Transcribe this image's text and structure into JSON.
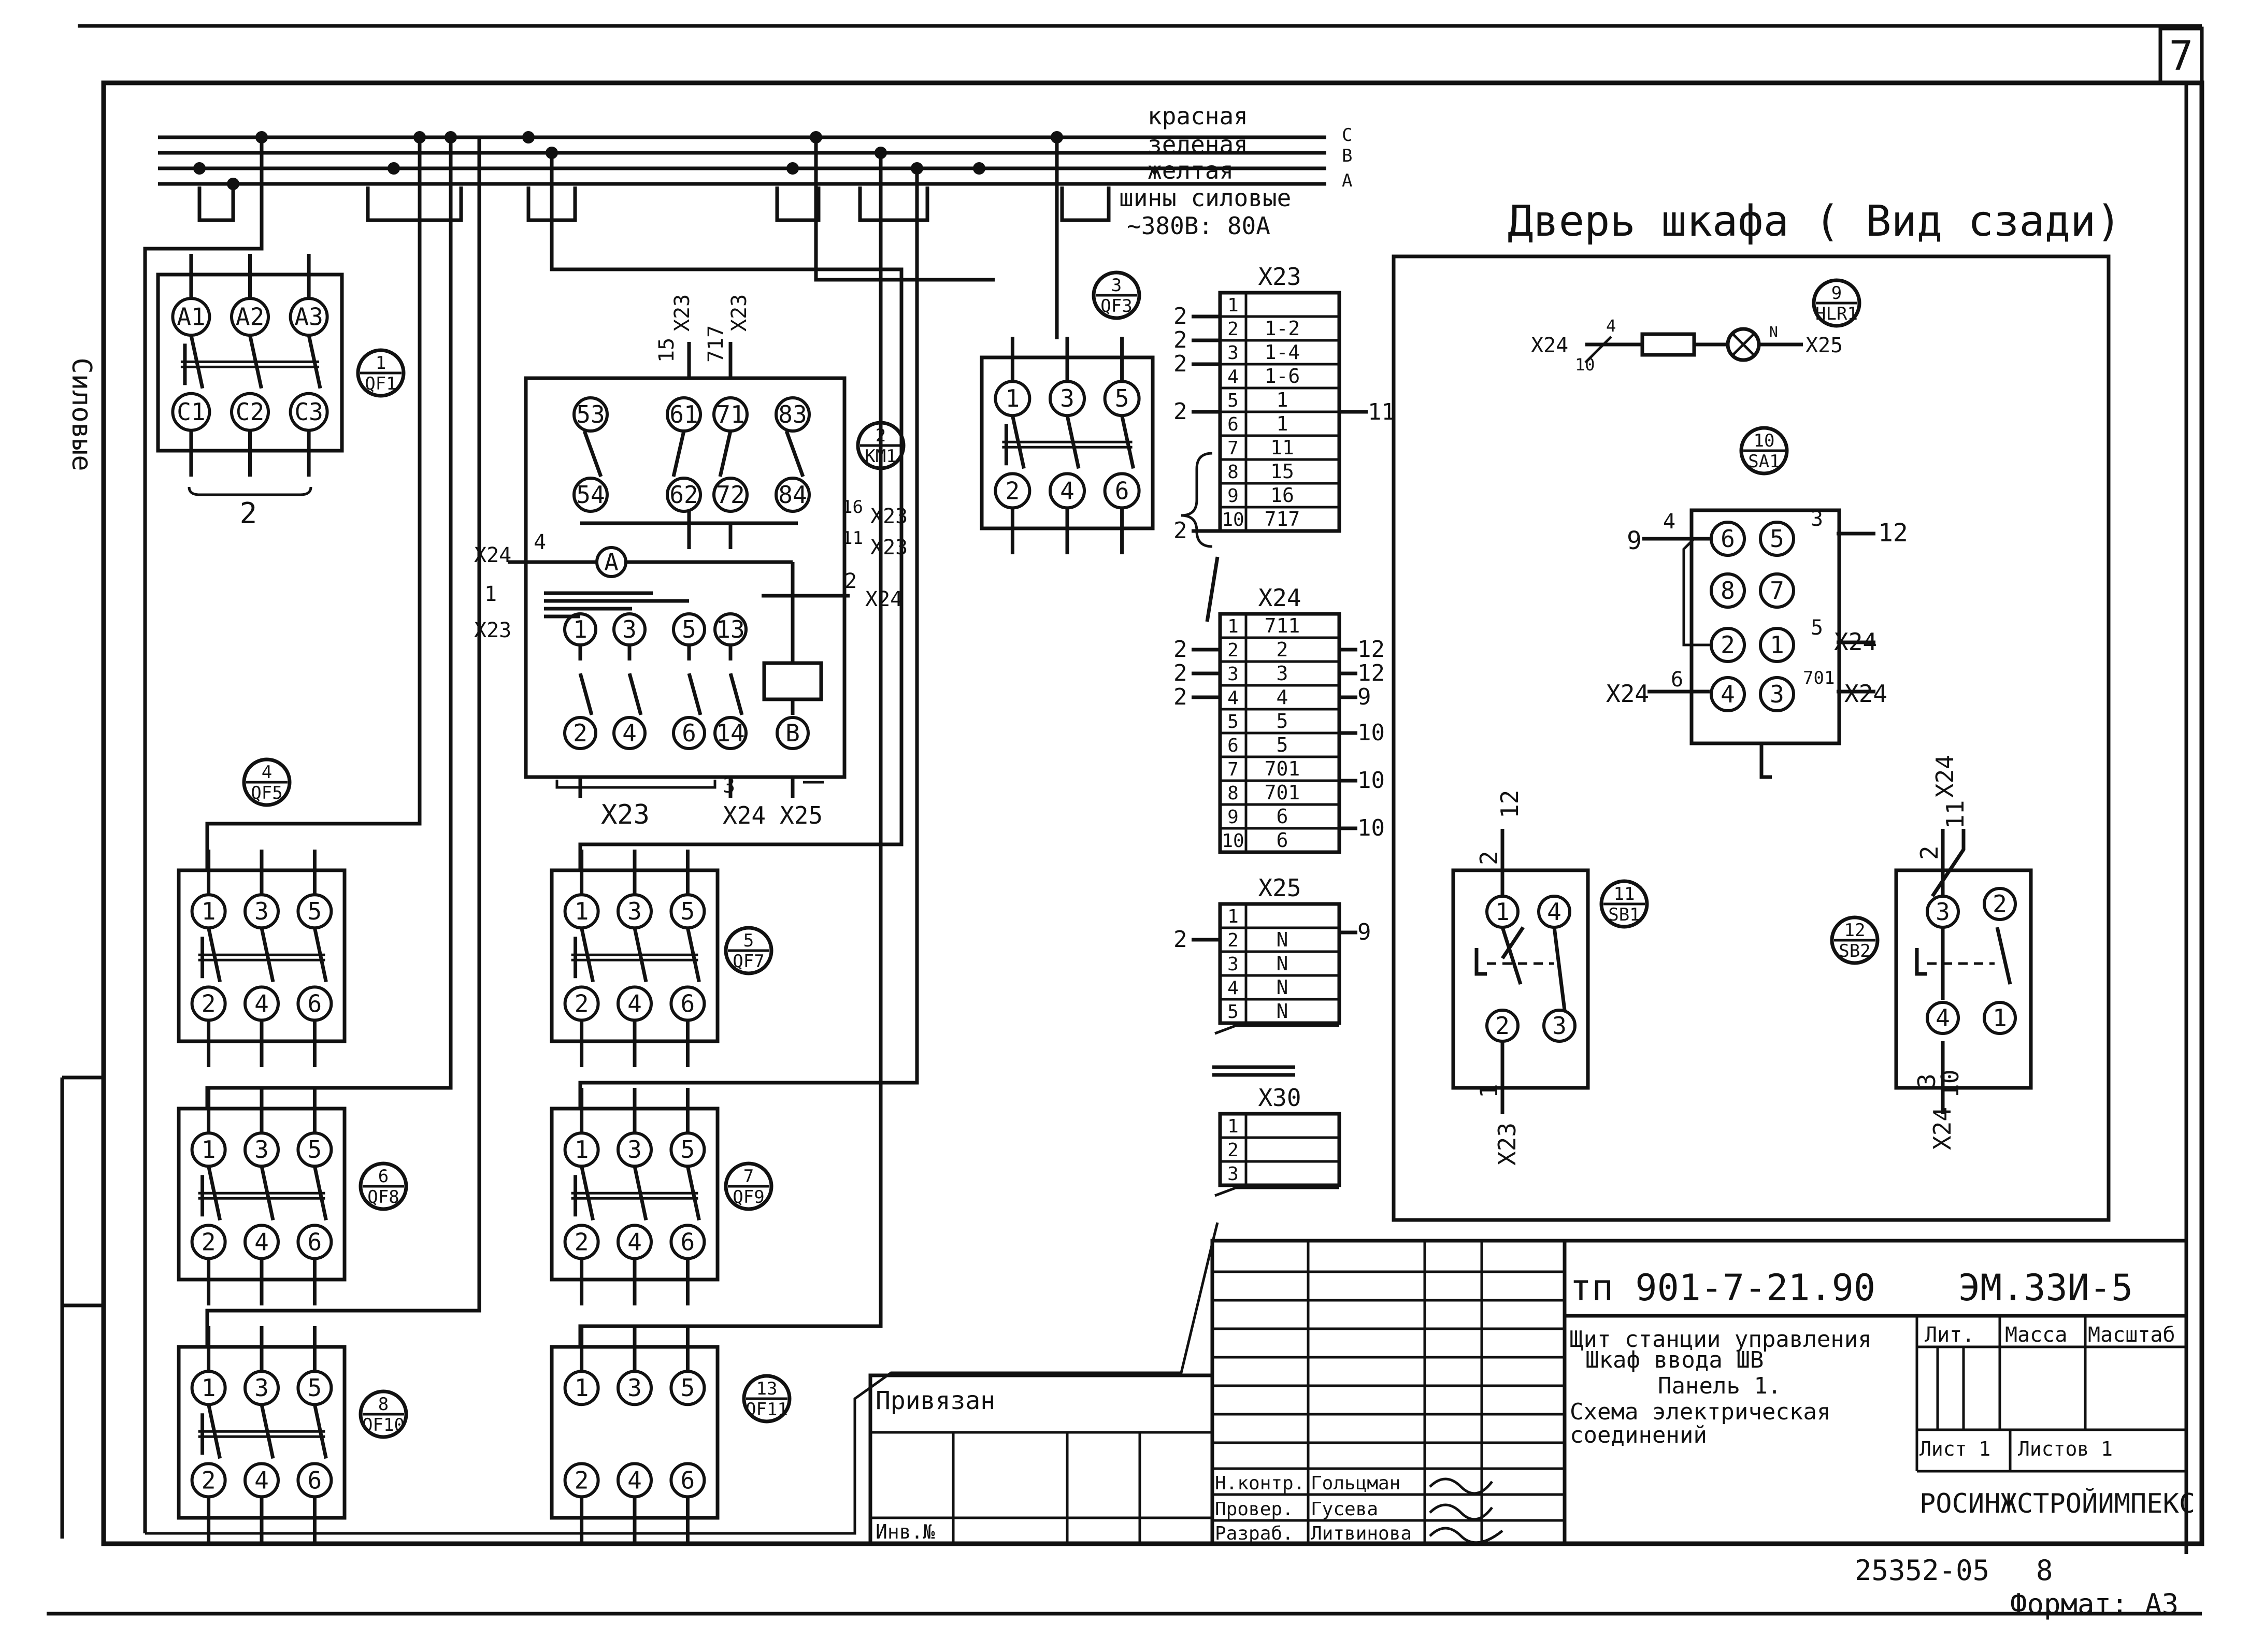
{
  "sheet": {
    "page_number": "7",
    "side_label": "Силовые",
    "format": "Формат: А3",
    "doc_number": "25352-05",
    "doc_number_suffix": "8"
  },
  "bus": {
    "wires": [
      {
        "name": "красная",
        "phase": "С"
      },
      {
        "name": "зеленая",
        "phase": "В"
      },
      {
        "name": "желтая",
        "phase": "А"
      }
    ],
    "caption_line1": "шины силовые",
    "caption_line2": "~380В: 80А"
  },
  "breakers": [
    {
      "id": "b1",
      "tag": "1",
      "sub": "QF1",
      "top": [
        "А1",
        "А2",
        "А3"
      ],
      "bottom": [
        "С1",
        "С2",
        "С3"
      ],
      "under": "2"
    },
    {
      "id": "b3",
      "tag": "3",
      "sub": "QF3",
      "top": [
        "1",
        "3",
        "5"
      ],
      "bottom": [
        "2",
        "4",
        "6"
      ]
    },
    {
      "id": "b4",
      "tag": "4",
      "sub": "QF5",
      "top": [
        "1",
        "3",
        "5"
      ],
      "bottom": [
        "2",
        "4",
        "6"
      ]
    },
    {
      "id": "b5",
      "tag": "5",
      "sub": "QF7",
      "top": [
        "1",
        "3",
        "5"
      ],
      "bottom": [
        "2",
        "4",
        "6"
      ]
    },
    {
      "id": "b6",
      "tag": "6",
      "sub": "QF8",
      "top": [
        "1",
        "3",
        "5"
      ],
      "bottom": [
        "2",
        "4",
        "6"
      ]
    },
    {
      "id": "b7",
      "tag": "7",
      "sub": "QF9",
      "top": [
        "1",
        "3",
        "5"
      ],
      "bottom": [
        "2",
        "4",
        "6"
      ]
    },
    {
      "id": "b8",
      "tag": "8",
      "sub": "QF10",
      "top": [
        "1",
        "3",
        "5"
      ],
      "bottom": [
        "2",
        "4",
        "6"
      ]
    },
    {
      "id": "b13",
      "tag": "13",
      "sub": "QF11",
      "top": [
        "1",
        "3",
        "5"
      ],
      "bottom": [
        "2",
        "4",
        "6"
      ]
    }
  ],
  "contactor": {
    "tag": "2",
    "sub": "KM1",
    "aux_top": [
      "53",
      "61",
      "71",
      "83"
    ],
    "aux_bottom": [
      "54",
      "62",
      "72",
      "84"
    ],
    "main_top": [
      "1",
      "3",
      "5",
      "13"
    ],
    "main_bottom": [
      "2",
      "4",
      "6",
      "14",
      "В"
    ],
    "coil": "А",
    "wires_top": [
      "15",
      "X23",
      "717",
      "X23"
    ],
    "wires_right": [
      "16",
      "X23",
      "11",
      "X23",
      "2",
      "X24"
    ],
    "wires_left": [
      "X24",
      "4",
      "1",
      "X23"
    ],
    "wires_bottom": [
      "X23",
      "3",
      "X24",
      "X25"
    ]
  },
  "terminal_blocks": [
    {
      "name": "X23",
      "rows": [
        [
          "1",
          ""
        ],
        [
          "2",
          "1-2"
        ],
        [
          "3",
          "1-4"
        ],
        [
          "4",
          "1-6"
        ],
        [
          "5",
          "1"
        ],
        [
          "6",
          "1"
        ],
        [
          "7",
          "11"
        ],
        [
          "8",
          "15"
        ],
        [
          "9",
          "16"
        ],
        [
          "10",
          "717"
        ]
      ]
    },
    {
      "name": "X24",
      "rows": [
        [
          "1",
          "711"
        ],
        [
          "2",
          "2"
        ],
        [
          "3",
          "3"
        ],
        [
          "4",
          "4"
        ],
        [
          "5",
          "5"
        ],
        [
          "6",
          "5"
        ],
        [
          "7",
          "701"
        ],
        [
          "8",
          "701"
        ],
        [
          "9",
          "6"
        ],
        [
          "10",
          "6"
        ]
      ]
    },
    {
      "name": "X25",
      "rows": [
        [
          "1",
          ""
        ],
        [
          "2",
          "N"
        ],
        [
          "3",
          "N"
        ],
        [
          "4",
          "N"
        ],
        [
          "5",
          "N"
        ]
      ]
    },
    {
      "name": "X30",
      "rows": [
        [
          "1",
          ""
        ],
        [
          "2",
          ""
        ],
        [
          "3",
          ""
        ]
      ]
    }
  ],
  "tb_side_marks": {
    "x23_left": [
      "2",
      "2",
      "2",
      "2",
      "2"
    ],
    "x23_right": [
      "11"
    ],
    "x24_left": [
      "2",
      "2",
      "2"
    ],
    "x24_right": [
      "12",
      "12",
      "9",
      "10",
      "10",
      "10"
    ],
    "x25_left": [
      "2"
    ],
    "x25_right": [
      "9"
    ]
  },
  "door": {
    "title": "Дверь шкафа ( Вид сзади)",
    "lamp": {
      "tag": "9",
      "sub": "HLR1",
      "left": "X24",
      "w1": "4",
      "w2": "10",
      "n": "N",
      "right": "X25"
    },
    "switch": {
      "tag": "10",
      "sub": "SA1",
      "contacts": [
        "6",
        "5",
        "8",
        "7",
        "2",
        "1",
        "4",
        "3"
      ],
      "marks": [
        "9",
        "4",
        "3",
        "12",
        "5",
        "X24",
        "X24",
        "6",
        "701",
        "X24"
      ]
    },
    "btn1": {
      "tag": "11",
      "sub": "SB1",
      "contacts": [
        "1",
        "4",
        "2",
        "3"
      ],
      "top": [
        "2",
        "12"
      ],
      "bottom": [
        "1",
        "X23"
      ]
    },
    "btn2": {
      "tag": "12",
      "sub": "SB2",
      "contacts": [
        "3",
        "2",
        "4",
        "1"
      ],
      "top": [
        "2",
        "11",
        "X24"
      ],
      "bottom": [
        "3",
        "10",
        "X24"
      ]
    }
  },
  "title_block": {
    "project": "тп 901-7-21.90",
    "code": "ЭМ.33И-5",
    "descr": [
      "Щит станции управления",
      "Шкаф ввода ШВ",
      "Панель 1.",
      "Схема электрическая",
      "соединений"
    ],
    "lit": "Лит.",
    "mass": "Масса",
    "scale": "Масштаб",
    "sheet": "Лист 1",
    "sheets": "Листов 1",
    "org": "РОСИНЖСТРОЙИМПЕКС",
    "privyazan": "Привязан",
    "inv": "Инв.№",
    "signers": [
      {
        "role": "Н.контр.",
        "name": "Гольцман"
      },
      {
        "role": "Провер.",
        "name": "Гусева"
      },
      {
        "role": "Разраб.",
        "name": "Литвинова"
      }
    ]
  }
}
